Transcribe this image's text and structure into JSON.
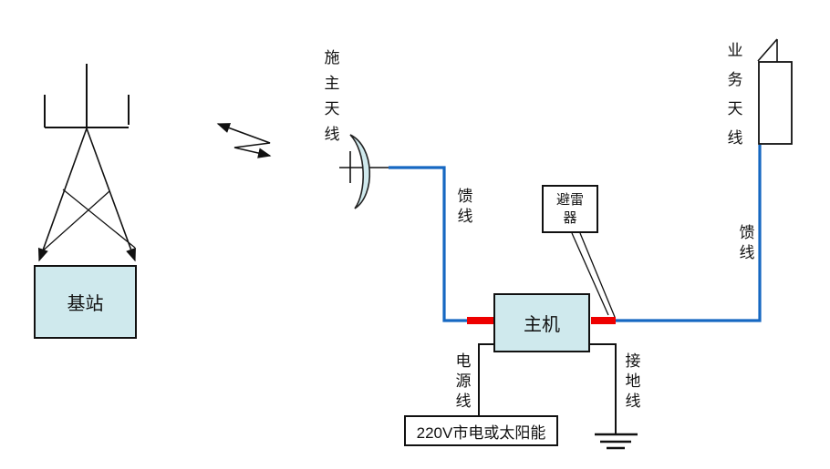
{
  "labels": {
    "base_station": "基站",
    "donor_antenna": "施主天线",
    "service_antenna": "业务天线",
    "host": "主机",
    "arrester": "避雷器",
    "feeder_left": "馈线",
    "feeder_right": "馈线",
    "power_line": "电源线",
    "ground_line": "接地线",
    "power_source": "220V市电或太阳能"
  },
  "colors": {
    "box_fill": "#cfe9ed",
    "feeder_blue": "#1668c2",
    "arrester_red": "#ee0000",
    "line_black": "#111111",
    "background": "#ffffff"
  }
}
